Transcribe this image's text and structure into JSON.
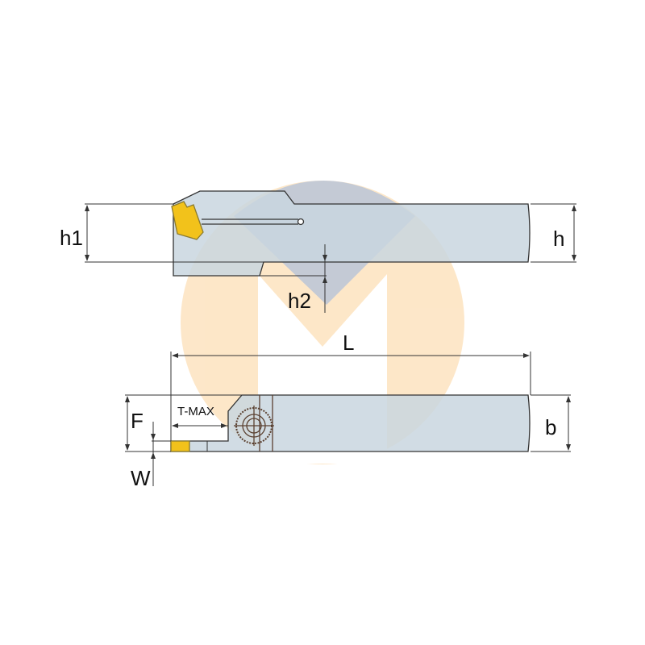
{
  "labels": {
    "h1": "h1",
    "h": "h",
    "h2": "h2",
    "L": "L",
    "F": "F",
    "b": "b",
    "W": "W",
    "tmax": "T-MAX"
  },
  "colors": {
    "body": "#c9d6df",
    "insert": "#f2c21b",
    "outline": "#333333",
    "watermark_orange": "#fde3bf",
    "watermark_blue": "#9fb0cc"
  }
}
